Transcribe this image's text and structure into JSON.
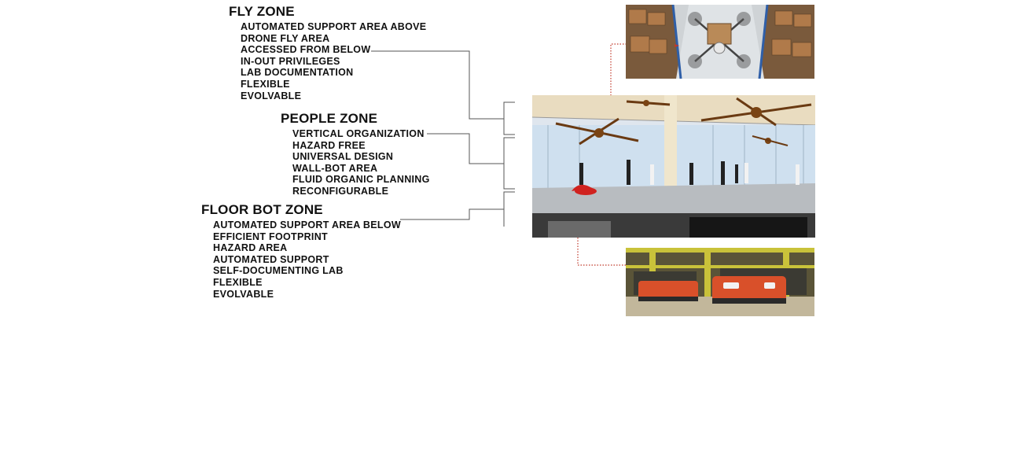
{
  "zones": [
    {
      "title": "FLY ZONE",
      "items": [
        "AUTOMATED SUPPORT AREA ABOVE",
        "DRONE FLY AREA",
        "ACCESSED FROM BELOW",
        "IN-OUT PRIVILEGES",
        "LAB DOCUMENTATION",
        "FLEXIBLE",
        "EVOLVABLE"
      ]
    },
    {
      "title": "PEOPLE ZONE",
      "items": [
        "VERTICAL ORGANIZATION",
        "HAZARD FREE",
        "UNIVERSAL DESIGN",
        "WALL-BOT AREA",
        "FLUID ORGANIC PLANNING",
        "RECONFIGURABLE"
      ]
    },
    {
      "title": "FLOOR BOT ZONE",
      "items": [
        "AUTOMATED SUPPORT AREA BELOW",
        "EFFICIENT FOOTPRINT",
        "HAZARD AREA",
        "AUTOMATED SUPPORT",
        "SELF-DOCUMENTING LAB",
        "FLEXIBLE",
        "EVOLVABLE"
      ]
    }
  ],
  "colors": {
    "connector": "#555555",
    "red_dotted": "#c0392b",
    "robot_orange": "#d9502a",
    "rack_yellow": "#c9c23a"
  },
  "images": [
    {
      "name": "drone-warehouse-photo",
      "depicts": "drone carrying box in warehouse"
    },
    {
      "name": "lab-section-render",
      "depicts": "lab floor with drones and people"
    },
    {
      "name": "floor-robot-photo",
      "depicts": "orange floor robots in warehouse"
    }
  ]
}
